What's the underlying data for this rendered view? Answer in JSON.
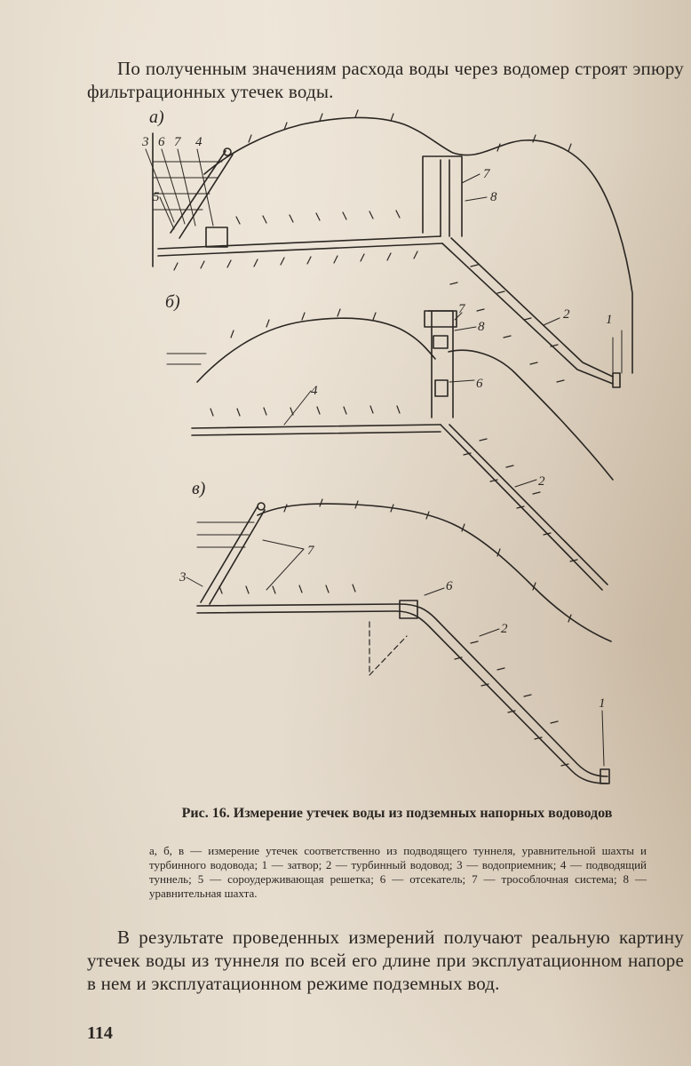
{
  "top_paragraph": "По полученным значениям расхода воды через водомер строят эпюру фильтрационных утечек воды.",
  "figure": {
    "panels": [
      {
        "label": "а)",
        "numbers": [
          "3",
          "6",
          "7",
          "4",
          "5",
          "7",
          "8",
          "1",
          "2"
        ]
      },
      {
        "label": "б)",
        "numbers": [
          "7",
          "8",
          "6",
          "4",
          "2"
        ]
      },
      {
        "label": "в)",
        "numbers": [
          "3",
          "7",
          "6",
          "2",
          "1"
        ]
      }
    ]
  },
  "caption": {
    "title": "Рис. 16. Измерение утечек воды из подземных напорных водоводов",
    "body": "а, б, в — измерение утечек соответственно из подводящего туннеля, уравнительной шахты и турбинного водовода; 1 — затвор; 2 — турбинный водовод; 3 — водоприемник; 4 — подводящий туннель; 5 — сороудерживающая решетка; 6 — отсекатель; 7 — трособлочная система; 8 — уравнительная шахта."
  },
  "bottom_paragraph": "В результате проведенных измерений получают реальную картину утечек воды из туннеля по всей его длине при эксплуатационном напоре в нем и эксплуатационном режиме подземных вод.",
  "page_number": "114"
}
